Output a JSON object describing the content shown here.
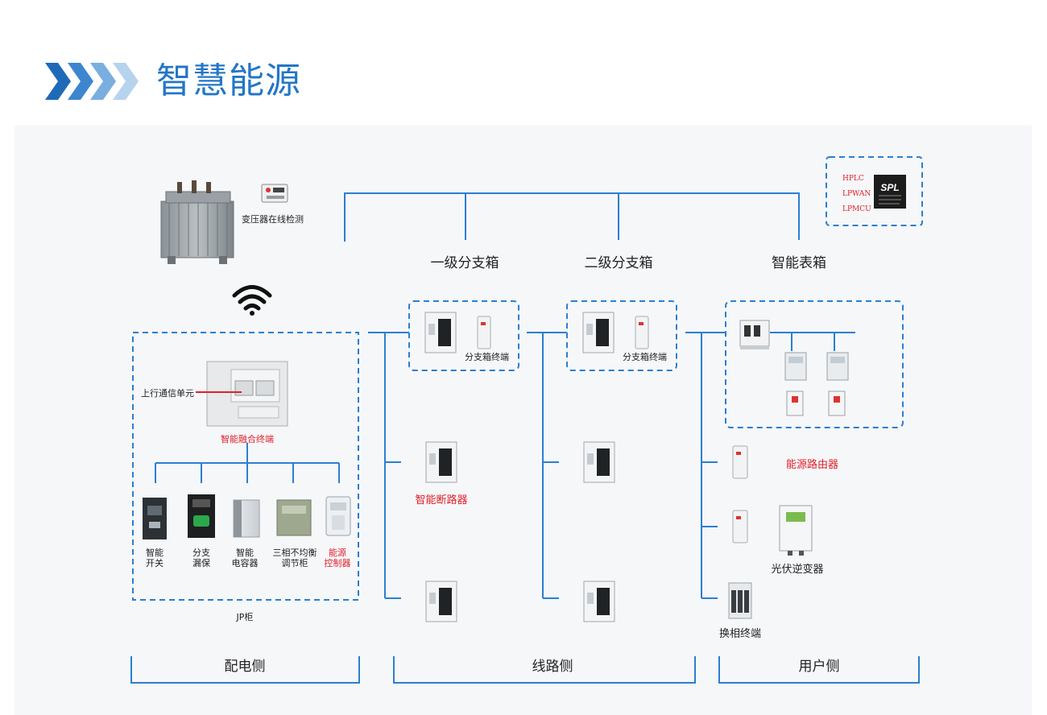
{
  "header": {
    "title": "智慧能源"
  },
  "chip": {
    "protocols": [
      "HPLC",
      "LPWAN",
      "LPMCU"
    ],
    "brand": "SPL"
  },
  "transformer": {
    "monitor_label": "变压器在线检测"
  },
  "boxes": {
    "level1": "一级分支箱",
    "level2": "二级分支箱",
    "meter": "智能表箱",
    "branch_terminal": "分支箱终端"
  },
  "jp_cabinet": {
    "uplink_label": "上行通信单元",
    "fusion_terminal": "智能融合终端",
    "cabinet_label": "JP柜",
    "devices": [
      {
        "line1": "智能",
        "line2": "开关",
        "red": false
      },
      {
        "line1": "分支",
        "line2": "漏保",
        "red": false
      },
      {
        "line1": "智能",
        "line2": "电容器",
        "red": false
      },
      {
        "line1": "三相不均衡",
        "line2": "调节柜",
        "red": false
      },
      {
        "line1": "能源",
        "line2": "控制器",
        "red": true
      }
    ]
  },
  "line_side": {
    "breaker_label": "智能断路器"
  },
  "user_side": {
    "router_label": "能源路由器",
    "inverter_label": "光伏逆变器",
    "phase_label": "换相终端"
  },
  "sections": {
    "distribution": "配电侧",
    "line": "线路侧",
    "user": "用户侧"
  },
  "colors": {
    "accent": "#2376c6",
    "line": "#2b7fd0",
    "red": "#e0202a"
  }
}
